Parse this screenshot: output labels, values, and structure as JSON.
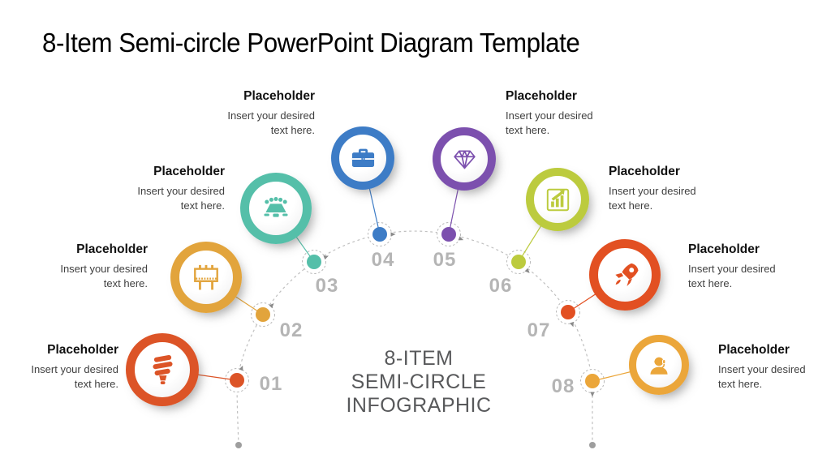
{
  "slide": {
    "title": "8-Item Semi-circle PowerPoint Diagram Template",
    "center_label": {
      "line1": "8-ITEM",
      "line2": "SEMI-CIRCLE",
      "line3": "INFOGRAPHIC"
    }
  },
  "items": [
    {
      "number": "01",
      "heading": "Placeholder",
      "body": "Insert your desired text here.",
      "color": "#DC5427",
      "icon": "cfl-bulb-icon"
    },
    {
      "number": "02",
      "heading": "Placeholder",
      "body": "Insert your desired text here.",
      "color": "#E2A43C",
      "icon": "billboard-icon"
    },
    {
      "number": "03",
      "heading": "Placeholder",
      "body": "Insert your desired text here.",
      "color": "#55BFA9",
      "icon": "meeting-icon"
    },
    {
      "number": "04",
      "heading": "Placeholder",
      "body": "Insert your desired text here.",
      "color": "#3D7CC6",
      "icon": "briefcase-icon"
    },
    {
      "number": "05",
      "heading": "Placeholder",
      "body": "Insert your desired text here.",
      "color": "#7C50AE",
      "icon": "diamond-icon"
    },
    {
      "number": "06",
      "heading": "Placeholder",
      "body": "Insert your desired text here.",
      "color": "#BCCB3E",
      "icon": "growth-chart-icon"
    },
    {
      "number": "07",
      "heading": "Placeholder",
      "body": "Insert your desired text here.",
      "color": "#E25022",
      "icon": "rocket-icon"
    },
    {
      "number": "08",
      "heading": "Placeholder",
      "body": "Insert your desired text here.",
      "color": "#EBA63A",
      "icon": "support-icon"
    }
  ],
  "colors": {
    "background": "#FFFFFF",
    "title_text": "#000000",
    "heading_text": "#111111",
    "body_text": "#3F3F3F",
    "number_text": "#B5B5B5",
    "center_text": "#58595B",
    "arc_dash": "#C0C0C0",
    "terminal_dot": "#9E9E9E"
  }
}
